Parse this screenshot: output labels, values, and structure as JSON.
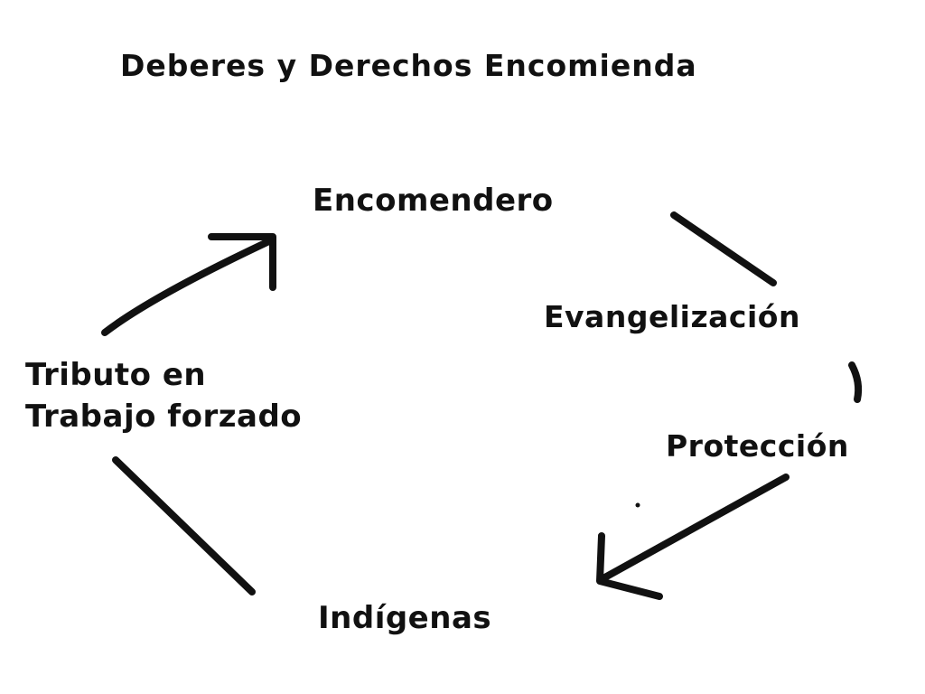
{
  "diagram": {
    "title": "Deberes y Derechos Encomienda",
    "nodes": {
      "encomendero": "Encomendero",
      "evangelizacion": "Evangelización",
      "proteccion": "Protección",
      "indigenas": "Indígenas",
      "tributo_line1": "Tributo en",
      "tributo_line2": "Trabajo forzado"
    }
  },
  "colors": {
    "text": "#111111",
    "stroke": "#111111",
    "background": "#ffffff"
  }
}
